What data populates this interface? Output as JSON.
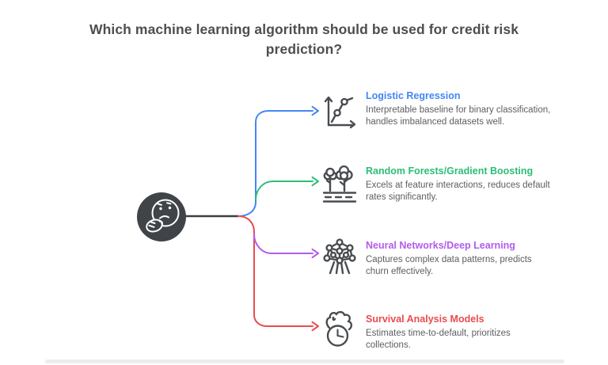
{
  "title": "Which machine learning algorithm should be used for credit risk prediction?",
  "center": {
    "icon": "thinking-face-icon"
  },
  "colors": {
    "background": "#ffffff",
    "title_text": "#4d4e50",
    "description_text": "#5c5e62",
    "connector_dark": "#3e4144",
    "center_circle": "#404448",
    "icon_stroke": "#494c50",
    "scrollbar": "#ededed"
  },
  "branches": [
    {
      "label": "Logistic Regression",
      "description": "Interpretable baseline for binary classification, handles imbalanced datasets well.",
      "color": "#4486f5",
      "icon": "line-chart-icon"
    },
    {
      "label": "Random Forests/Gradient Boosting",
      "description": "Excels at feature interactions, reduces default rates significantly.",
      "color": "#2cbe77",
      "icon": "trees-icon"
    },
    {
      "label": "Neural Networks/Deep Learning",
      "description": "Captures complex data patterns, predicts churn effectively.",
      "color": "#b15ced",
      "icon": "neural-network-icon"
    },
    {
      "label": "Survival Analysis Models",
      "description": "Estimates time-to-default, prioritizes collections.",
      "color": "#e94b4f",
      "icon": "flaming-clock-icon"
    }
  ]
}
